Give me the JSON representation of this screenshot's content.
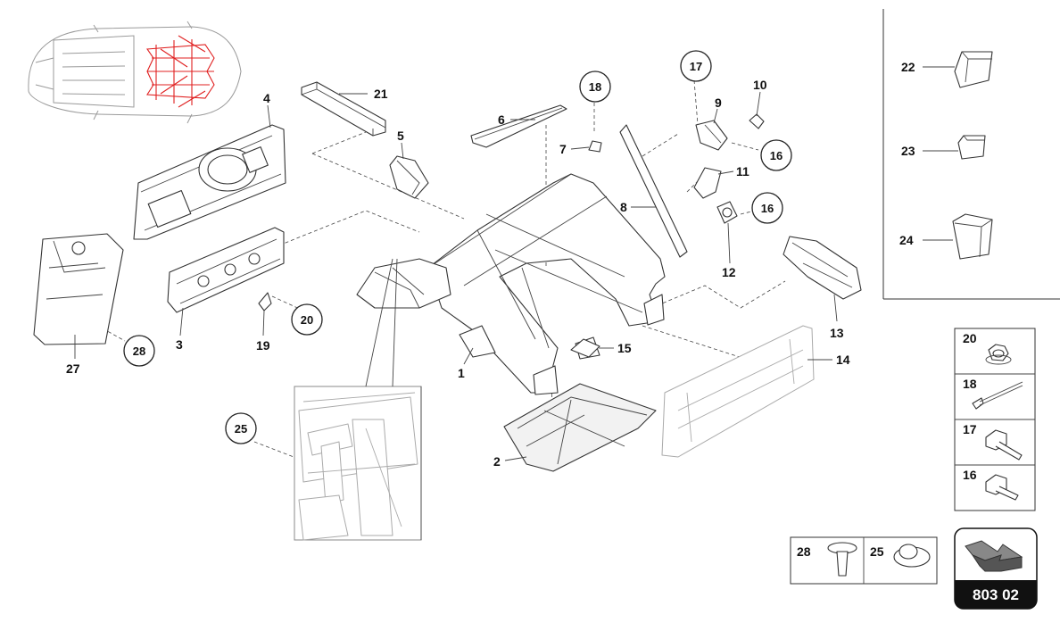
{
  "plain_labels": [
    {
      "id": "lbl-21",
      "text": "21"
    },
    {
      "id": "lbl-4",
      "text": "4"
    },
    {
      "id": "lbl-5",
      "text": "5"
    },
    {
      "id": "lbl-6",
      "text": "6"
    },
    {
      "id": "lbl-7",
      "text": "7"
    },
    {
      "id": "lbl-8",
      "text": "8"
    },
    {
      "id": "lbl-9",
      "text": "9"
    },
    {
      "id": "lbl-10",
      "text": "10"
    },
    {
      "id": "lbl-11",
      "text": "11"
    },
    {
      "id": "lbl-12",
      "text": "12"
    },
    {
      "id": "lbl-13",
      "text": "13"
    },
    {
      "id": "lbl-14",
      "text": "14"
    },
    {
      "id": "lbl-15",
      "text": "15"
    },
    {
      "id": "lbl-1",
      "text": "1"
    },
    {
      "id": "lbl-2",
      "text": "2"
    },
    {
      "id": "lbl-3",
      "text": "3"
    },
    {
      "id": "lbl-19",
      "text": "19"
    },
    {
      "id": "lbl-27",
      "text": "27"
    },
    {
      "id": "lbl-22",
      "text": "22"
    },
    {
      "id": "lbl-23",
      "text": "23"
    },
    {
      "id": "lbl-24",
      "text": "24"
    }
  ],
  "circled_labels": [
    {
      "id": "c-18",
      "text": "18"
    },
    {
      "id": "c-17",
      "text": "17"
    },
    {
      "id": "c-16a",
      "text": "16"
    },
    {
      "id": "c-16b",
      "text": "16"
    },
    {
      "id": "c-20",
      "text": "20"
    },
    {
      "id": "c-28",
      "text": "28"
    },
    {
      "id": "c-25",
      "text": "25"
    }
  ],
  "fastener_table": [
    {
      "id": "ft-20",
      "text": "20",
      "icon": "flange-nut-icon"
    },
    {
      "id": "ft-18",
      "text": "18",
      "icon": "rivet-icon"
    },
    {
      "id": "ft-17",
      "text": "17",
      "icon": "flange-bolt-icon"
    },
    {
      "id": "ft-16",
      "text": "16",
      "icon": "flange-bolt-icon"
    }
  ],
  "clip_table": [
    {
      "id": "ct-28",
      "text": "28",
      "icon": "push-clip-icon"
    },
    {
      "id": "ct-25",
      "text": "25",
      "icon": "snap-rivet-icon"
    }
  ],
  "diagram_code": "803 02",
  "colors": {
    "highlight": "#e02020",
    "badge": "#111111",
    "line": "#333333"
  }
}
